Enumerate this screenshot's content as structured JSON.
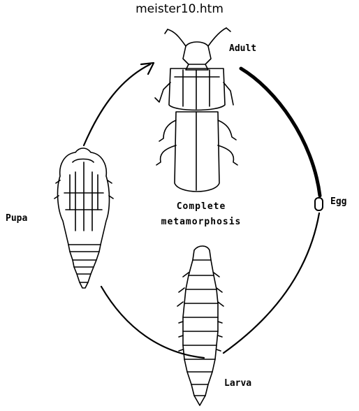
{
  "caption": "meister10.htm",
  "diagram": {
    "center_line1": "Complete",
    "center_line2": "metamorphosis",
    "stages": {
      "adult": "Adult",
      "egg": "Egg",
      "larva": "Larva",
      "pupa": "Pupa"
    }
  },
  "colors": {
    "background": "#ffffff",
    "ink": "#000000"
  }
}
